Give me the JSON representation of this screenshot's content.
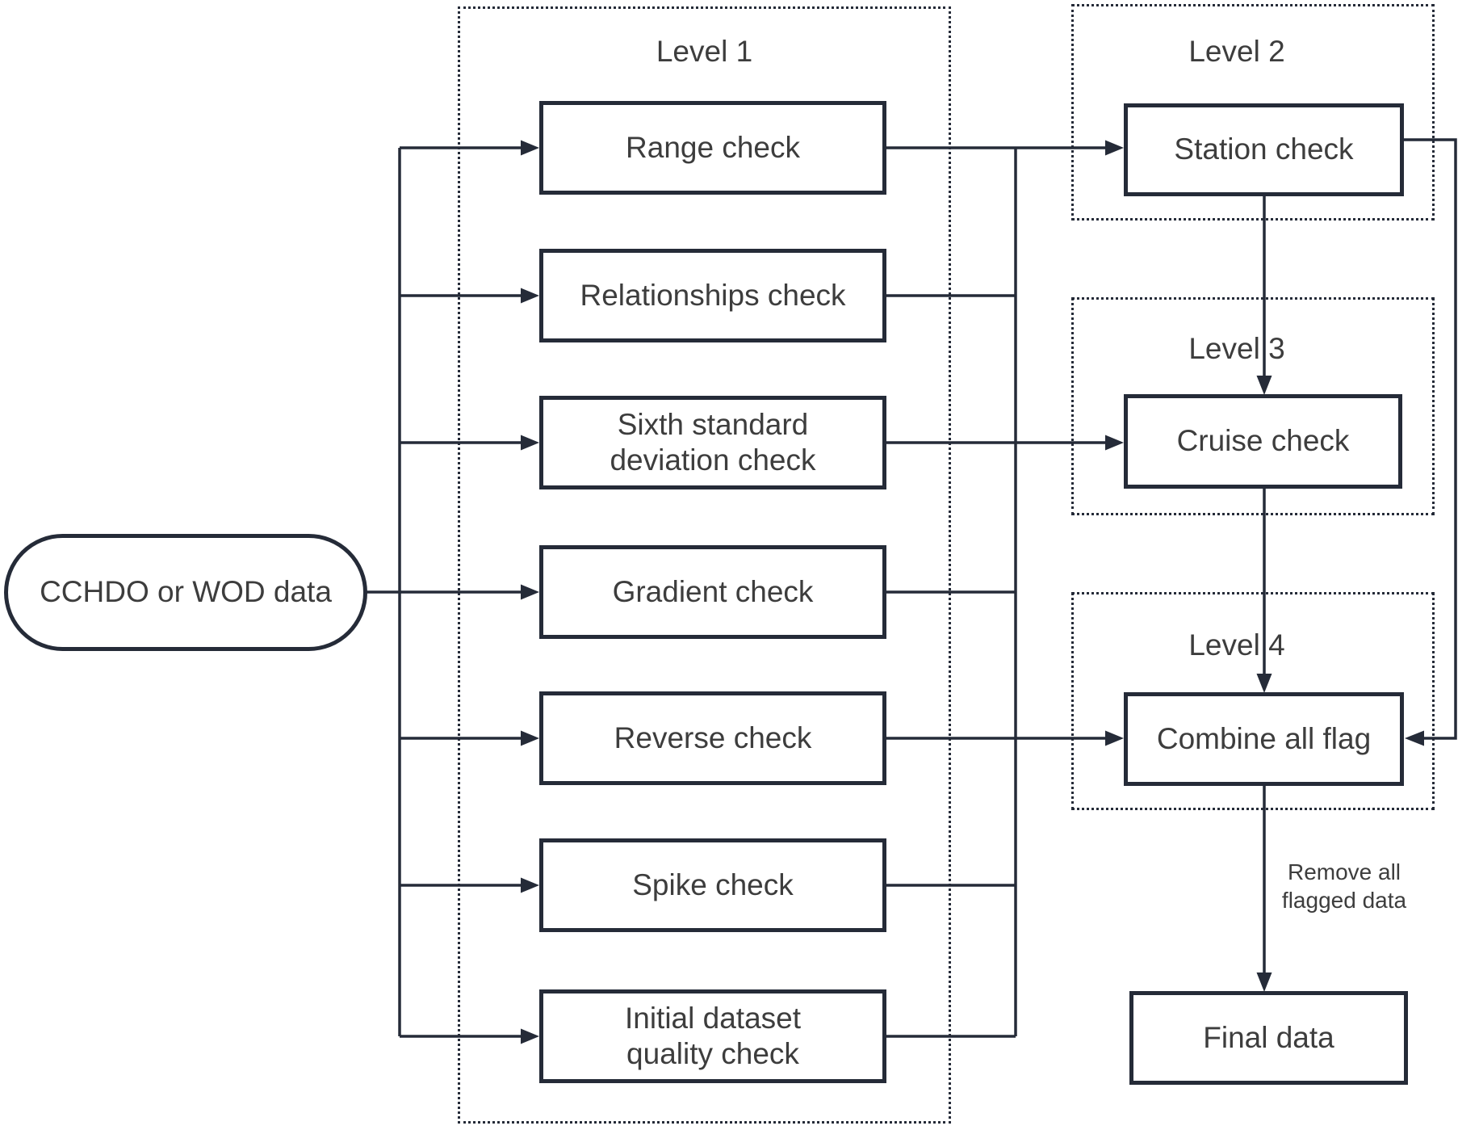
{
  "source_node": {
    "label": "CCHDO or WOD data"
  },
  "level1": {
    "title": "Level 1",
    "boxes": [
      "Range check",
      "Relationships check",
      "Sixth standard\ndeviation check",
      "Gradient check",
      "Reverse check",
      "Spike check",
      "Initial dataset\nquality check"
    ]
  },
  "level2": {
    "title": "Level 2",
    "box": "Station check"
  },
  "level3": {
    "title": "Level 3",
    "box": "Cruise check"
  },
  "level4": {
    "title": "Level 4",
    "box": "Combine all flag"
  },
  "final_node": {
    "label": "Final data"
  },
  "edge_labels": {
    "remove_flagged": "Remove all\nflagged data"
  },
  "colors": {
    "line": "#252b38",
    "text": "#3d3d3d",
    "background": "#ffffff"
  }
}
